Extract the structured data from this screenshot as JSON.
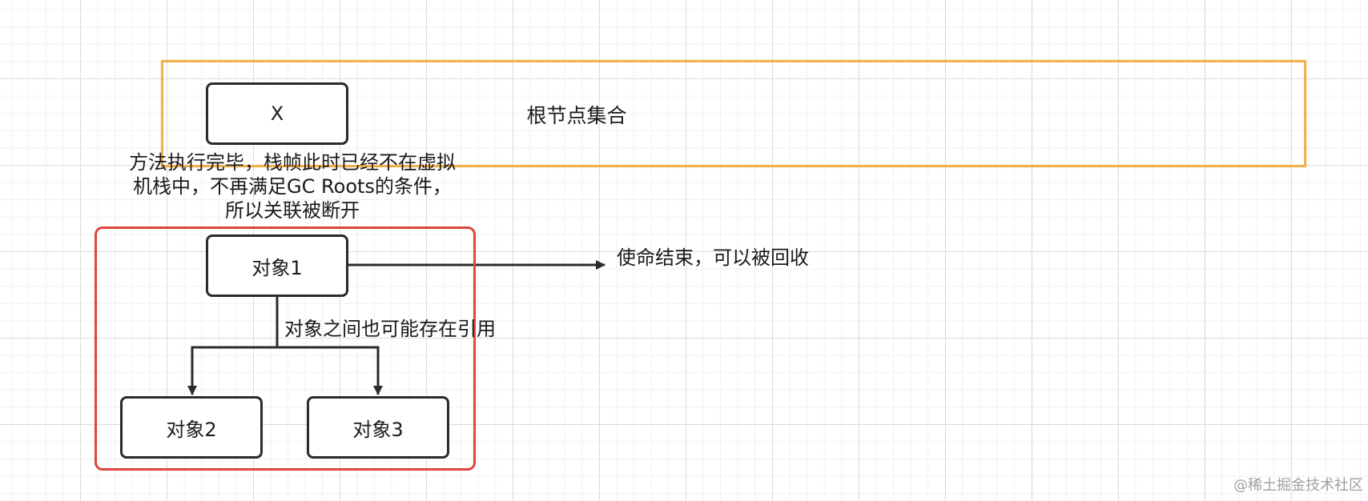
{
  "root_set": {
    "label": "根节点集合",
    "border_color": "#f2b04a"
  },
  "nodes": {
    "x": "X",
    "obj1": "对象1",
    "obj2": "对象2",
    "obj3": "对象3"
  },
  "group": {
    "border_color": "#e0473c"
  },
  "notes": {
    "broken_line1": "方法执行完毕，栈帧此时已经不在虚拟",
    "broken_line2": "机栈中，不再满足GC Roots的条件，",
    "broken_line3": "所以关联被断开",
    "end_of_life": "使命结束，可以被回收",
    "inter_refs": "对象之间也可能存在引用"
  },
  "watermark": "@稀土掘金技术社区"
}
